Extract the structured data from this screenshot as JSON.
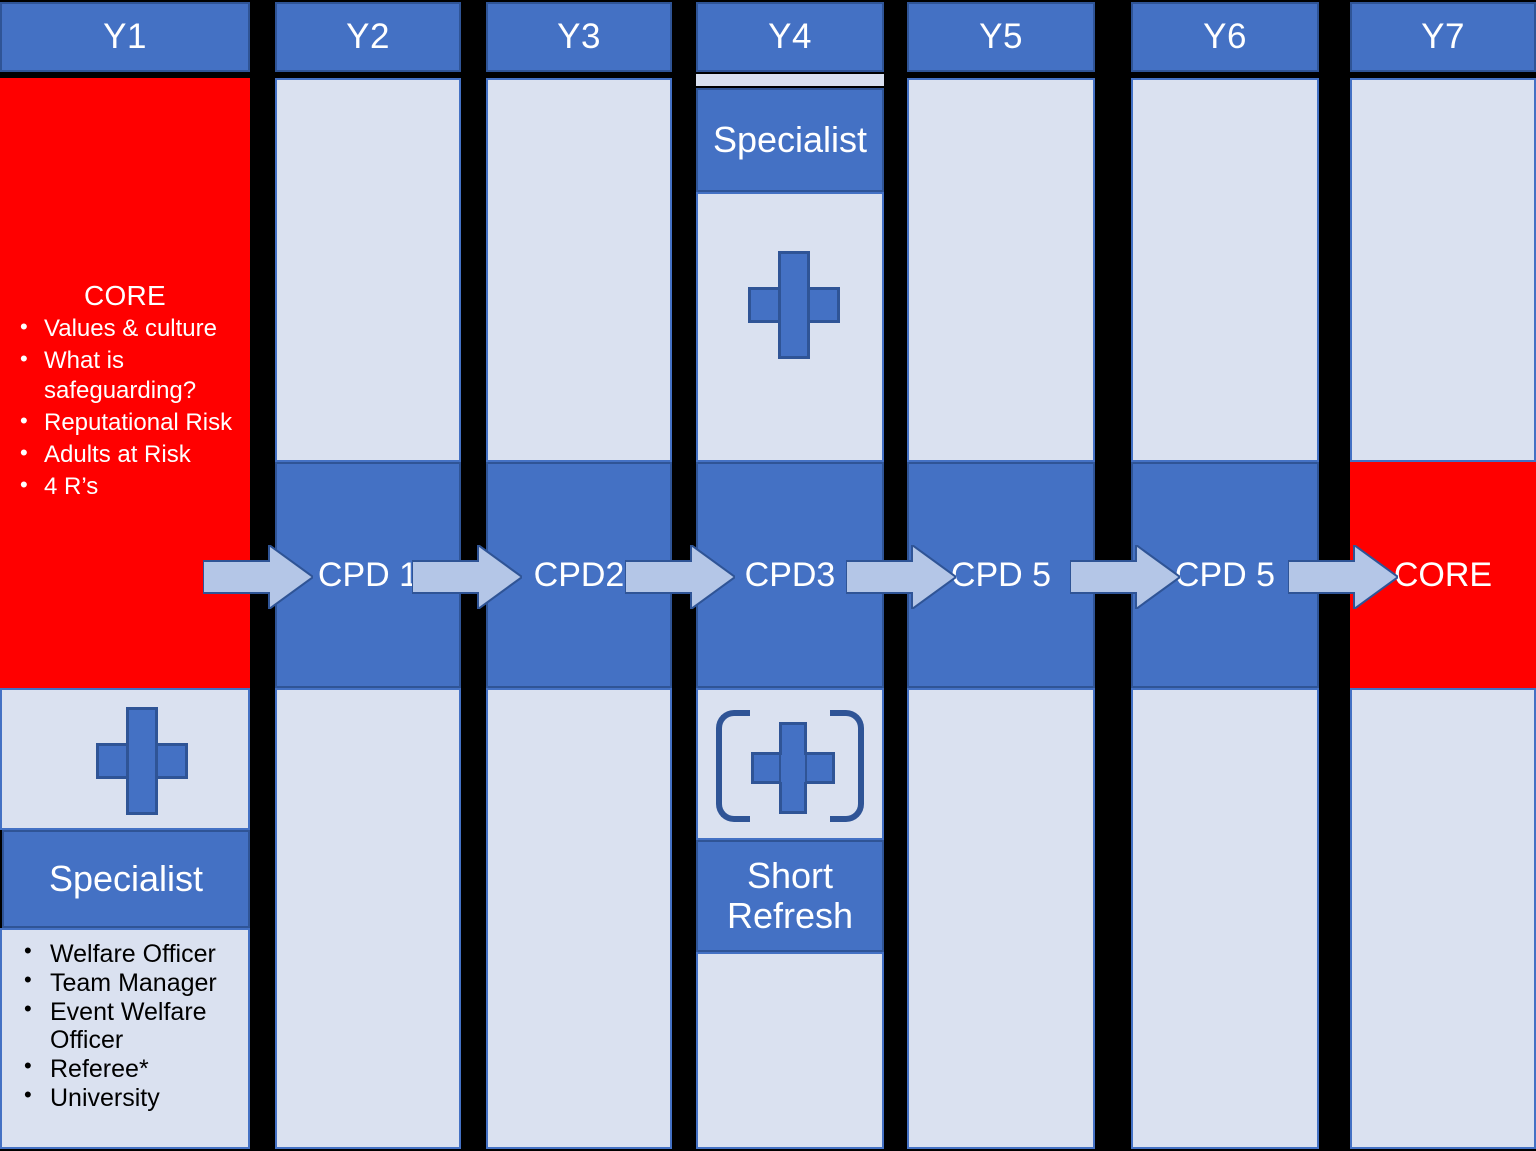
{
  "diagram": {
    "title": "Safeguarding training pathway by year",
    "colors": {
      "header_blue": "#4471c4",
      "light_blue": "#dae1f0",
      "core_red": "#ff0000",
      "outline": "#2f5496",
      "arrow_fill": "#b4c6e7",
      "text_white": "#ffffff",
      "text_black": "#000000"
    }
  },
  "columns": [
    {
      "id": "y1",
      "header": "Y1"
    },
    {
      "id": "y2",
      "header": "Y2"
    },
    {
      "id": "y3",
      "header": "Y3"
    },
    {
      "id": "y4",
      "header": "Y4"
    },
    {
      "id": "y5",
      "header": "Y5"
    },
    {
      "id": "y6",
      "header": "Y6"
    },
    {
      "id": "y7",
      "header": "Y7"
    }
  ],
  "y1": {
    "core": {
      "title": "CORE",
      "bullets": [
        "Values & culture",
        "What is safeguarding?",
        "Reputational Risk",
        "Adults at Risk",
        "4 R’s"
      ]
    },
    "plus_icon": "plus-icon",
    "specialist_label": "Specialist",
    "specialist_roles": [
      "Welfare Officer",
      "Team Manager",
      "Event Welfare Officer",
      "Referee*",
      "University"
    ]
  },
  "y4": {
    "specialist_label": "Specialist",
    "plus_icon": "plus-icon",
    "bracketed_plus_icon": "bracketed-plus-icon",
    "short_refresh_label": "Short Refresh"
  },
  "pathway": {
    "steps": [
      {
        "col": "y1",
        "label": "CORE",
        "kind": "core"
      },
      {
        "col": "y2",
        "label": "CPD 1",
        "kind": "cpd"
      },
      {
        "col": "y3",
        "label": "CPD2",
        "kind": "cpd"
      },
      {
        "col": "y4",
        "label": "CPD3",
        "kind": "cpd"
      },
      {
        "col": "y5",
        "label": "CPD 5",
        "kind": "cpd"
      },
      {
        "col": "y6",
        "label": "CPD 5",
        "kind": "cpd"
      },
      {
        "col": "y7",
        "label": "CORE",
        "kind": "core"
      }
    ],
    "arrow_icon": "arrow-right-icon",
    "arrow_count": 6
  }
}
